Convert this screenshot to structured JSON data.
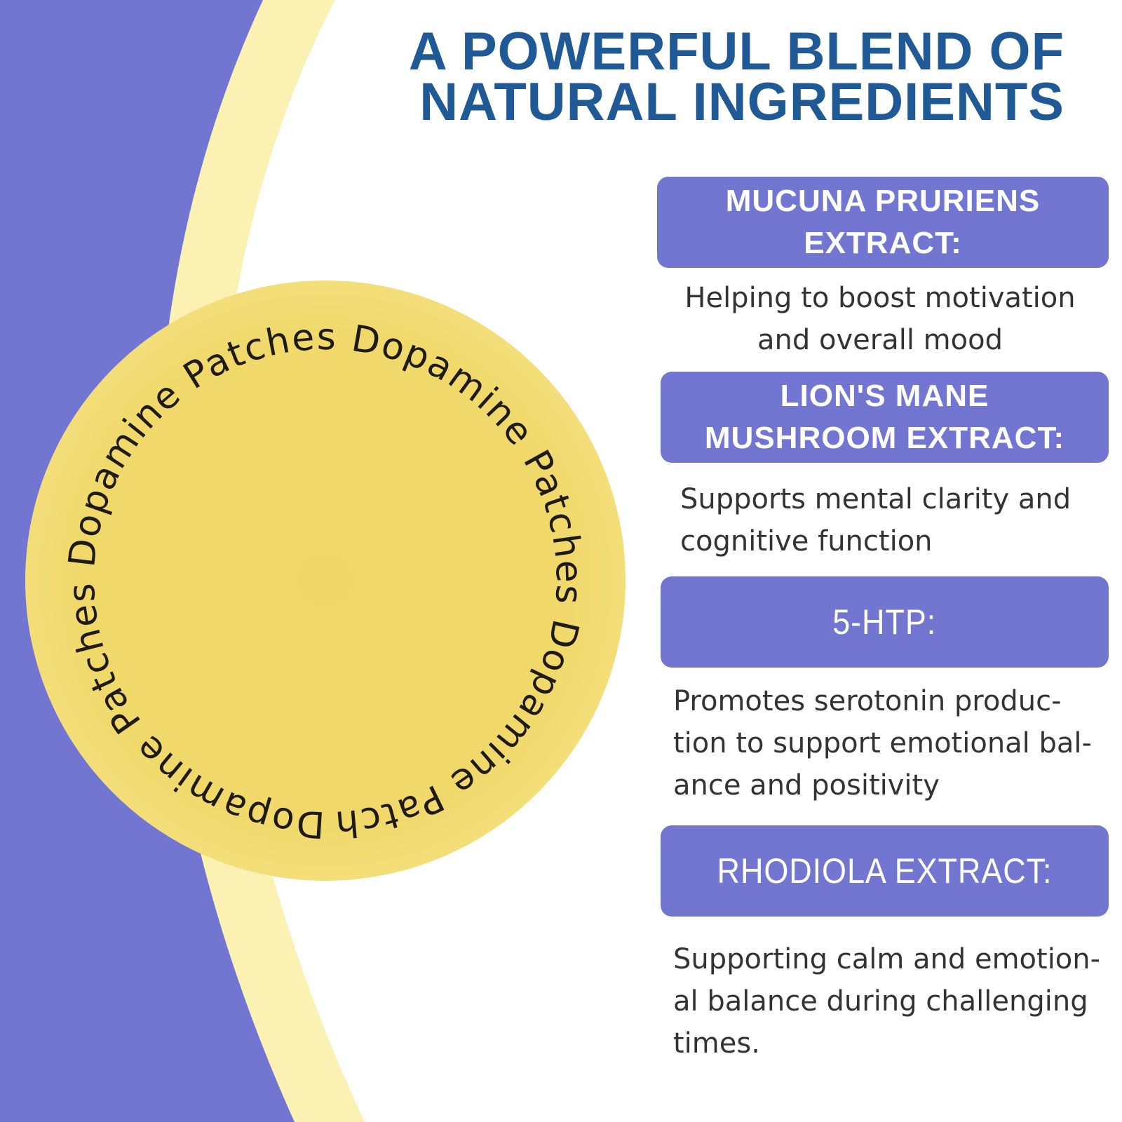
{
  "headline": {
    "line1": "A POWERFUL BLEND OF",
    "line2": "NATURAL INGREDIENTS"
  },
  "patch": {
    "ring_text": "Dopamine Patches Dopamine Patches Dopamine Patches Dopamine Patches",
    "color": "#efd767"
  },
  "colors": {
    "accent_purple": "#7276d1",
    "accent_yellow": "#faf1b3",
    "headline_blue": "#1f5a96",
    "body_text": "#333333"
  },
  "ingredients": [
    {
      "title": "MUCUNA PRURIENS EXTRACT:",
      "description": "Helping to boost motivation and overall mood"
    },
    {
      "title": "LION'S MANE MUSHROOM EXTRACT:",
      "description": "Supports mental clarity and cognitive function"
    },
    {
      "title": "5-HTP:",
      "description": "Promotes serotonin produc-tion to support emotional bal-ance and positivity"
    },
    {
      "title": "RHODIOLA EXTRACT:",
      "description": "Supporting calm and emotion-al balance during challenging times."
    }
  ]
}
